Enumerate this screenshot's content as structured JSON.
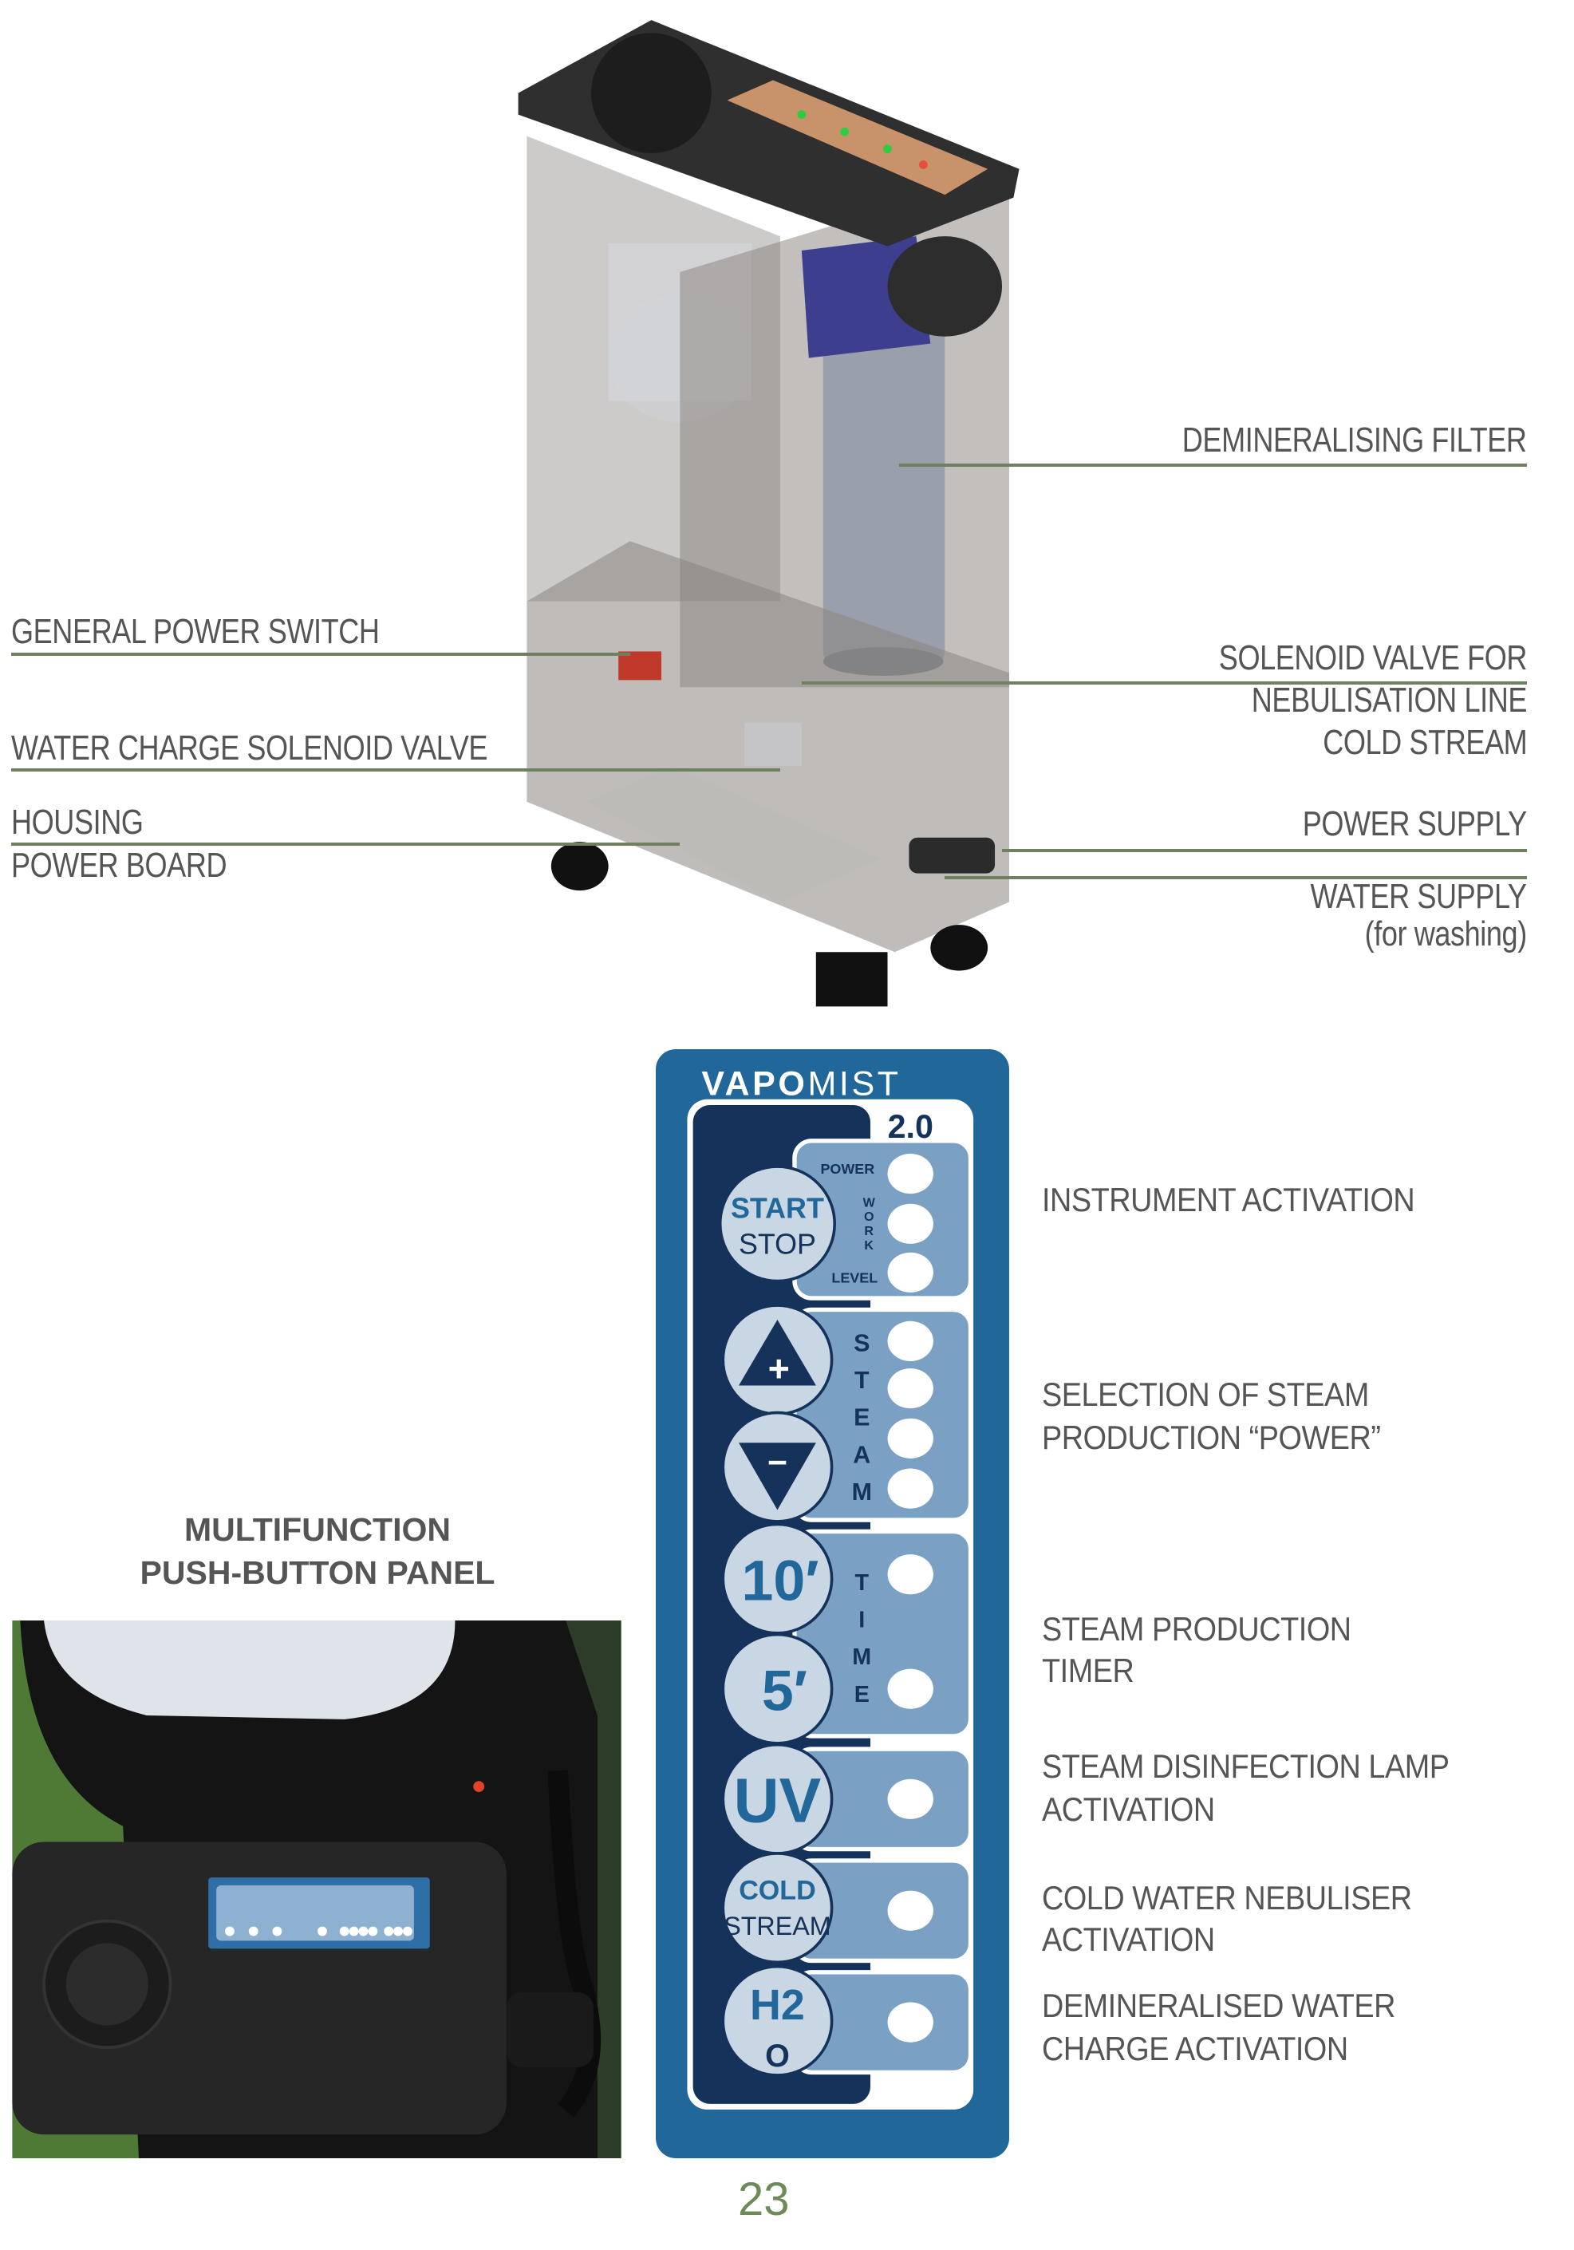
{
  "diagram": {
    "labels_left": [
      "GENERAL POWER SWITCH",
      "WATER CHARGE SOLENOID VALVE",
      "HOUSING",
      "POWER BOARD"
    ],
    "labels_right": [
      "DEMINERALISING FILTER",
      "SOLENOID VALVE FOR",
      "NEBULISATION LINE",
      "COLD STREAM",
      "POWER SUPPLY",
      "WATER SUPPLY",
      "(for washing)"
    ]
  },
  "panel": {
    "brand_bold": "VAPO",
    "brand_light": "MIST",
    "version": "2.0",
    "buttons": {
      "start": "START",
      "stop": "STOP",
      "plus": "+",
      "minus": "−",
      "ten": "10′",
      "five": "5′",
      "uv": "UV",
      "cold": "COLD",
      "stream": "STREAM",
      "h2": "H2",
      "o": "O"
    },
    "indicators": {
      "power": "POWER",
      "work": [
        "W",
        "O",
        "R",
        "K"
      ],
      "level": "LEVEL",
      "steam": [
        "S",
        "T",
        "E",
        "A",
        "M"
      ],
      "time": [
        "T",
        "I",
        "M",
        "E"
      ]
    },
    "colors": {
      "outer": "#21679a",
      "inner": "#15325a",
      "group": "#7aa0c4",
      "button": "#c9d6e3"
    }
  },
  "descriptions": [
    [
      "INSTRUMENT ACTIVATION"
    ],
    [
      "SELECTION OF STEAM",
      "PRODUCTION “POWER”"
    ],
    [
      "STEAM PRODUCTION",
      "TIMER"
    ],
    [
      "STEAM DISINFECTION LAMP",
      "ACTIVATION"
    ],
    [
      "COLD WATER NEBULISER",
      "ACTIVATION"
    ],
    [
      "DEMINERALISED WATER",
      "CHARGE ACTIVATION"
    ]
  ],
  "photo": {
    "caption": [
      "MULTIFUNCTION",
      "PUSH-BUTTON PANEL"
    ]
  },
  "page_number": "23"
}
